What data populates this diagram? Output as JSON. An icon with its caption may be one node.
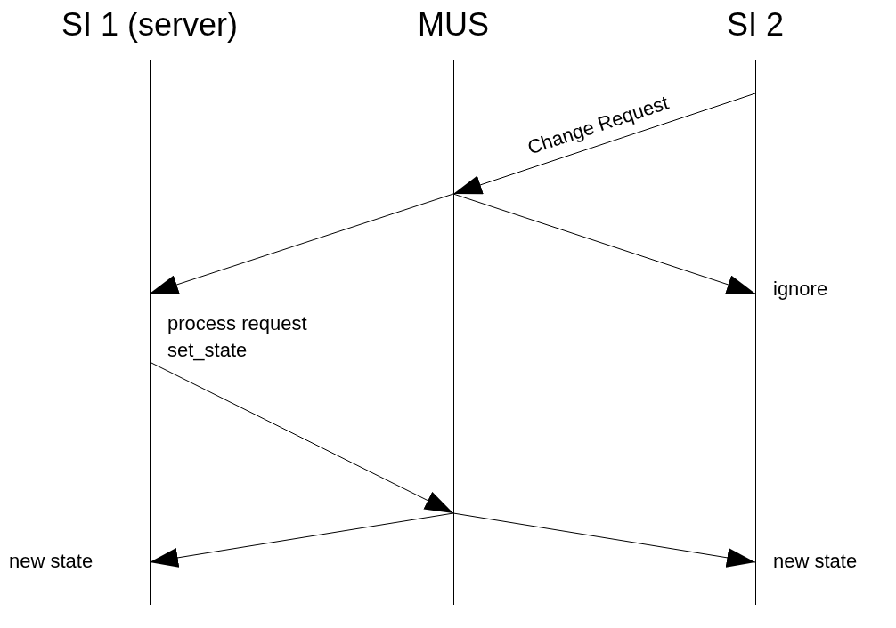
{
  "diagram": {
    "nodes": [
      {
        "text": [
          "SI 1 (server)"
        ]
      },
      {
        "text": [
          "MUS"
        ]
      },
      {
        "text": [
          "SI 2"
        ]
      }
    ],
    "edges": [
      {
        "from": 2,
        "to": 1,
        "arrow": "to",
        "label": "Change Request"
      },
      {
        "from": 1,
        "to": 0,
        "arrow": "to"
      },
      {
        "from": 1,
        "to": 2,
        "arrow": "to"
      },
      {
        "from": 0,
        "to": 1,
        "arrow": "to"
      },
      {
        "from": 1,
        "to": 0,
        "arrow": "to"
      },
      {
        "from": 1,
        "to": 2,
        "arrow": "to"
      }
    ],
    "labels": [
      "ignore",
      "process request set_state",
      "new state",
      "new state"
    ]
  }
}
